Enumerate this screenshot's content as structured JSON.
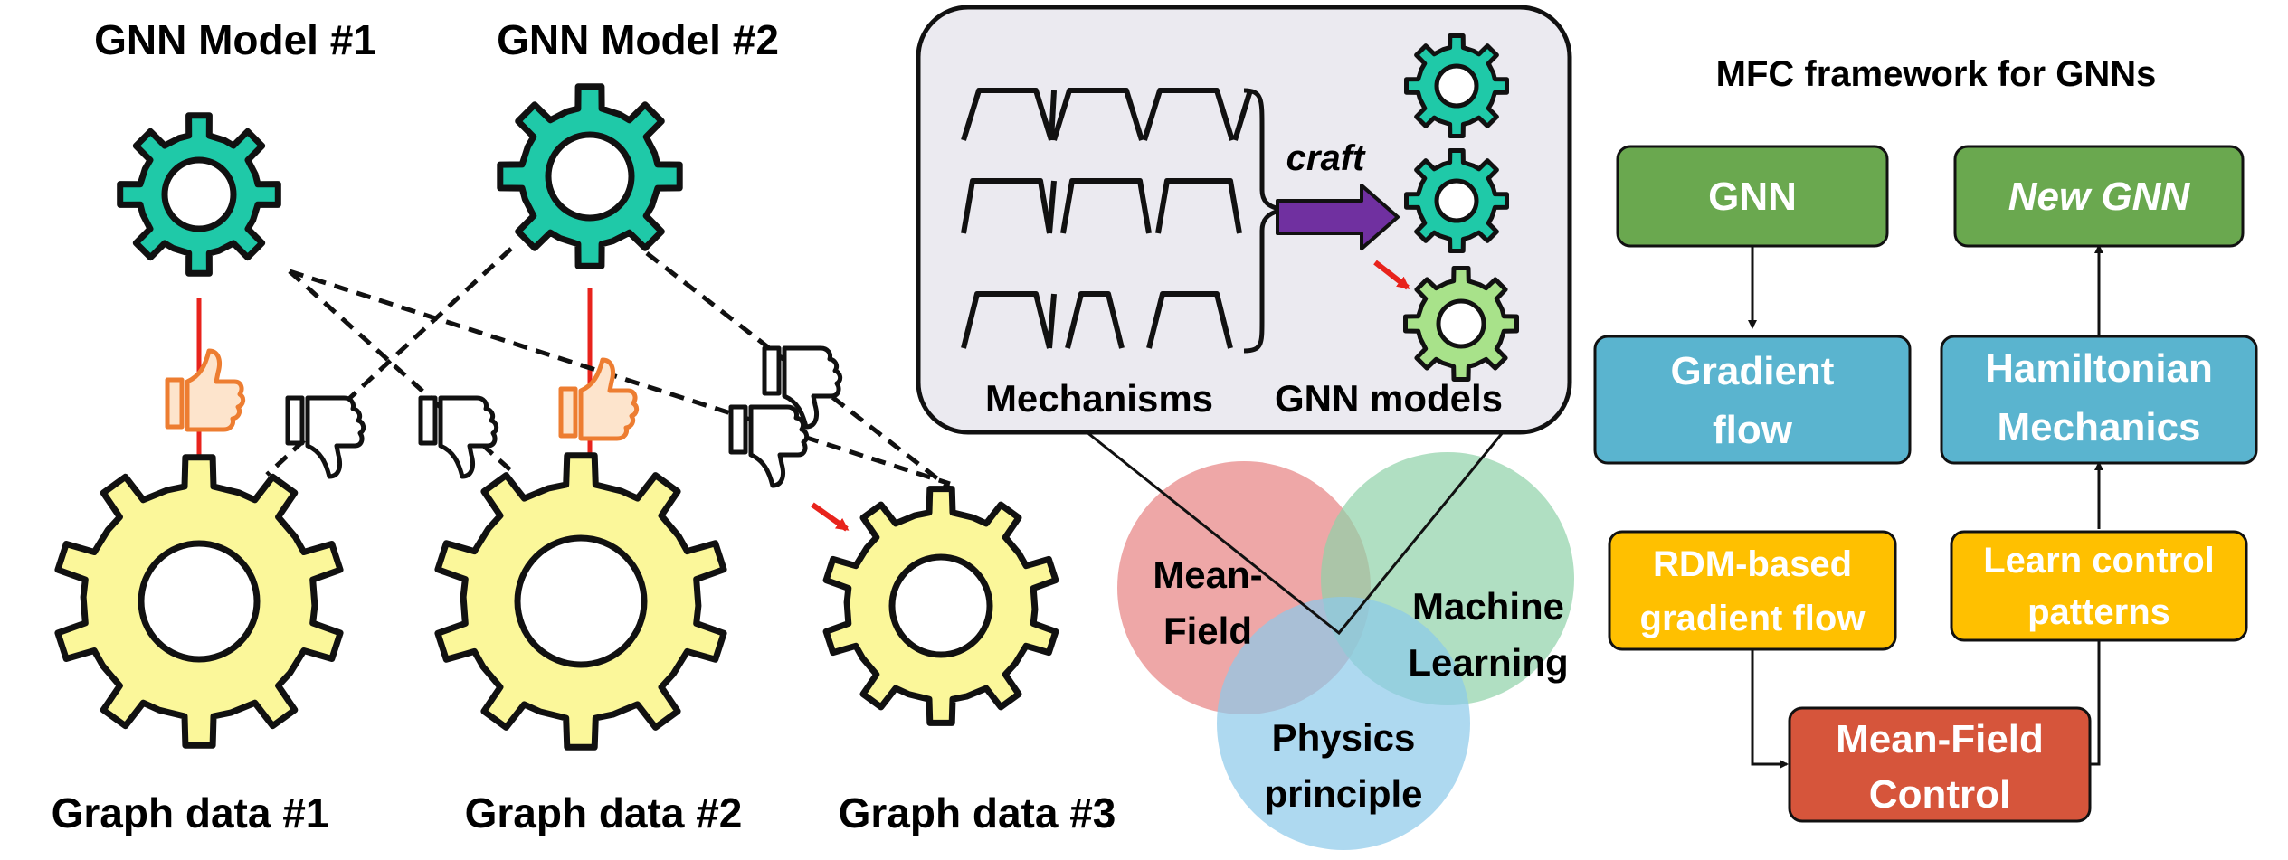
{
  "left_panel": {
    "model_1_label": "GNN Model #1",
    "model_2_label": "GNN Model #2",
    "graph_1_label": "Graph data #1",
    "graph_2_label": "Graph data #2",
    "graph_3_label": "Graph data #3"
  },
  "middle_panel": {
    "craft_label": "craft",
    "mechanisms_label": "Mechanisms",
    "gnn_models_label": "GNN models",
    "venn": {
      "mean_field_line1": "Mean-",
      "mean_field_line2": "Field",
      "ml_line1": "Machine",
      "ml_line2": "Learning",
      "physics_line1": "Physics",
      "physics_line2": "principle"
    }
  },
  "right_panel": {
    "title": "MFC framework for GNNs",
    "gnn_box": "GNN",
    "new_gnn_box": "New GNN",
    "gradient_flow_line1": "Gradient",
    "gradient_flow_line2": "flow",
    "hamiltonian_line1": "Hamiltonian",
    "hamiltonian_line2": "Mechanics",
    "rdm_line1": "RDM-based",
    "rdm_line2": "gradient flow",
    "learn_line1": "Learn control",
    "learn_line2": "patterns",
    "mfc_line1": "Mean-Field",
    "mfc_line2": "Control"
  },
  "colors": {
    "teal_gear": "#1fc9a8",
    "yellow_gear": "#fbf79a",
    "light_green_gear": "#a8e28a",
    "green_box": "#6aa84f",
    "blue_box": "#5ab4cf",
    "orange_box": "#ffc000",
    "red_box": "#d6553b",
    "venn_red": "#e88a8a",
    "venn_green": "#8fd1a8",
    "venn_blue": "#8cc9ea",
    "panel_bg": "#ebeaf0",
    "arrow_purple": "#7030a0"
  }
}
